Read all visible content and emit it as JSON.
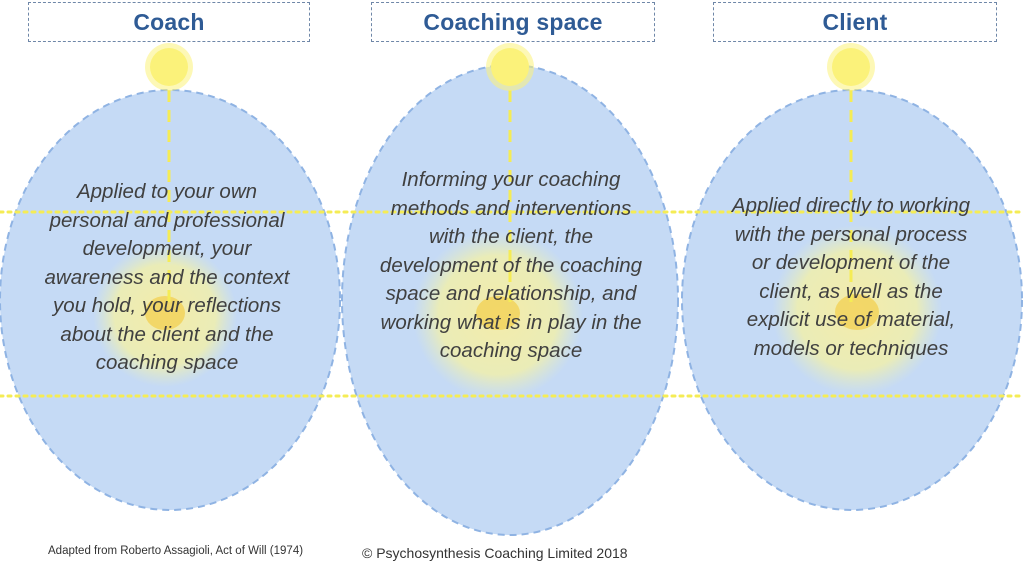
{
  "columns": [
    {
      "title": "Coach",
      "text": "Applied to your own personal and professional development, your awareness and the context you hold, your reflections about the client and the coaching space"
    },
    {
      "title": "Coaching space",
      "text": "Informing your coaching methods and interventions with the client, the development of the coaching space and relationship, and working what is in play in the coaching space"
    },
    {
      "title": "Client",
      "text": "Applied directly to working with the personal process or development of the client, as well as the explicit use of material, models or techniques"
    }
  ],
  "footer": {
    "source": "Adapted from Roberto Assagioli, Act of Will (1974)",
    "copyright": "© Psychosynthesis Coaching Limited 2018"
  },
  "colors": {
    "title": "#2f5b95",
    "oval_fill": "#c5daf5",
    "oval_stroke": "#8fb3e3",
    "dotted_line": "#f5ec55",
    "sun": "#fbf27a",
    "center_glow": "#f0eca4",
    "center_dot": "#f2d45c",
    "body_text": "#404040"
  }
}
